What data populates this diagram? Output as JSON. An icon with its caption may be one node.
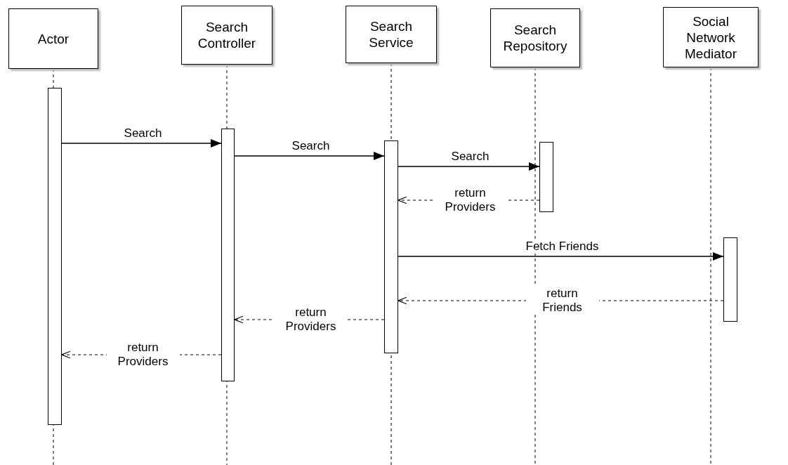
{
  "diagram": {
    "nodes": [
      {
        "text": [
          "Actor"
        ]
      },
      {
        "text": [
          "Search Controller"
        ]
      },
      {
        "text": [
          "Search Service"
        ]
      },
      {
        "text": [
          "Search Repository"
        ]
      },
      {
        "text": [
          "Social Network Mediator"
        ]
      },
      {
        "text": [],
        "shape": "bar"
      },
      {
        "text": [],
        "shape": "bar"
      },
      {
        "text": [],
        "shape": "bar"
      },
      {
        "text": [],
        "shape": "bar"
      },
      {
        "text": [],
        "shape": "bar"
      }
    ],
    "edges": [
      {
        "from": 5,
        "to": 6,
        "arrow": "to",
        "label": "Search"
      },
      {
        "from": 6,
        "to": 7,
        "arrow": "to",
        "label": "Search"
      },
      {
        "from": 7,
        "to": 8,
        "arrow": "to",
        "label": "Search"
      },
      {
        "from": 8,
        "to": 7,
        "arrow": "to",
        "label": "return Providers",
        "style": "dashed"
      },
      {
        "from": 7,
        "to": 9,
        "arrow": "to",
        "label": "Fetch Friends"
      },
      {
        "from": 9,
        "to": 7,
        "arrow": "to",
        "label": "return Friends",
        "style": "dashed"
      },
      {
        "from": 7,
        "to": 6,
        "arrow": "to",
        "label": "return Providers",
        "style": "dashed"
      },
      {
        "from": 6,
        "to": 5,
        "arrow": "to",
        "label": "return Providers",
        "style": "dashed"
      }
    ]
  }
}
